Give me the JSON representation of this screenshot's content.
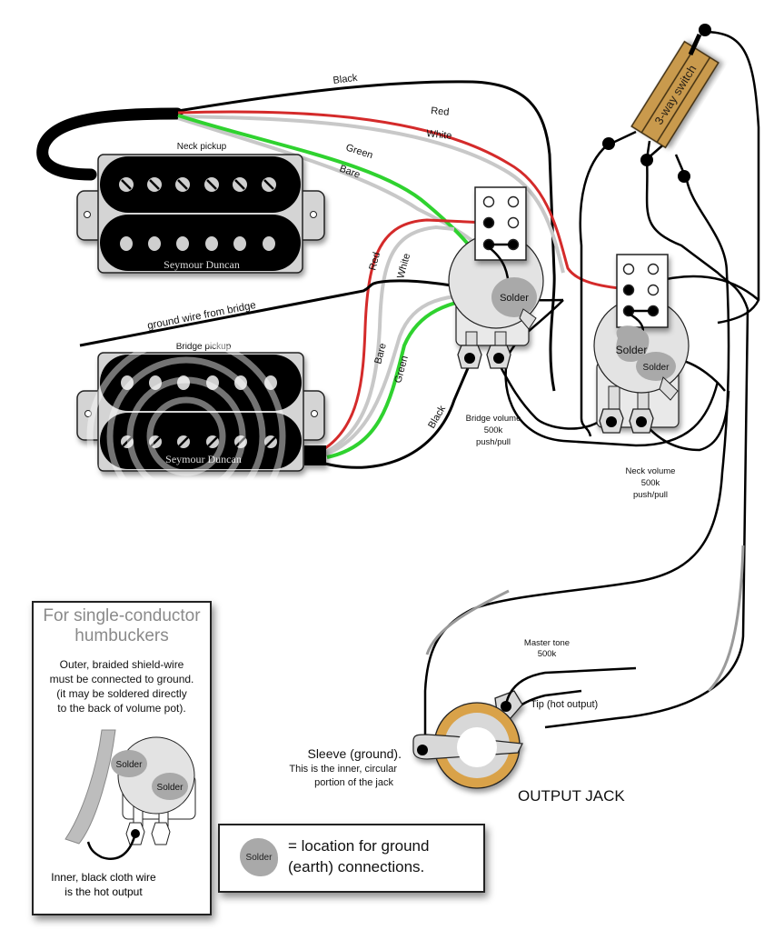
{
  "wire_labels": {
    "black_top": "Black",
    "red_top": "Red",
    "white_top": "White",
    "green_top": "Green",
    "bare_top": "Bare",
    "red_mid": "Red",
    "white_mid": "White",
    "bare_mid": "Bare",
    "green_mid": "Green",
    "black_mid": "Black",
    "ground_wire": "ground wire from bridge"
  },
  "pickups": {
    "neck": {
      "title": "Neck pickup",
      "brand": "Seymour Duncan"
    },
    "bridge": {
      "title": "Bridge pickup",
      "brand": "Seymour Duncan"
    }
  },
  "switch": {
    "label": "3-way switch"
  },
  "pots": {
    "bridge_volume": {
      "name": "Bridge volume",
      "value": "500k",
      "type": "push/pull",
      "solder": [
        "Solder"
      ]
    },
    "neck_volume": {
      "name": "Neck volume",
      "value": "500k",
      "type": "push/pull",
      "solder": [
        "Solder",
        "Solder"
      ]
    },
    "master_tone": {
      "name": "Master tone",
      "value": "500k"
    }
  },
  "jack": {
    "title": "OUTPUT JACK",
    "tip": "Tip (hot output)",
    "sleeve": "Sleeve (ground).",
    "sleeve_note_1": "This is the inner, circular",
    "sleeve_note_2": "portion of the jack"
  },
  "single_conductor_box": {
    "heading_1": "For single-conductor",
    "heading_2": "humbuckers",
    "body_1": "Outer, braided shield-wire",
    "body_2": "must be connected to ground.",
    "body_3": "(it may be soldered directly",
    "body_4": "to the back of volume pot).",
    "solder_1": "Solder",
    "solder_2": "Solder",
    "foot_1": "Inner, black cloth wire",
    "foot_2": "is the hot output"
  },
  "legend": {
    "blob_label": "Solder",
    "line_1": "= location for ground",
    "line_2": "(earth) connections."
  },
  "colors": {
    "wire_black": "#000000",
    "wire_red": "#d42a2a",
    "wire_white": "#c8c8c8",
    "wire_green": "#2fd22f",
    "switch_body": "#c99a4e",
    "jack_ring": "#d9a24a",
    "solder": "#a9a9a9",
    "pot_body": "#e3e3e3"
  }
}
